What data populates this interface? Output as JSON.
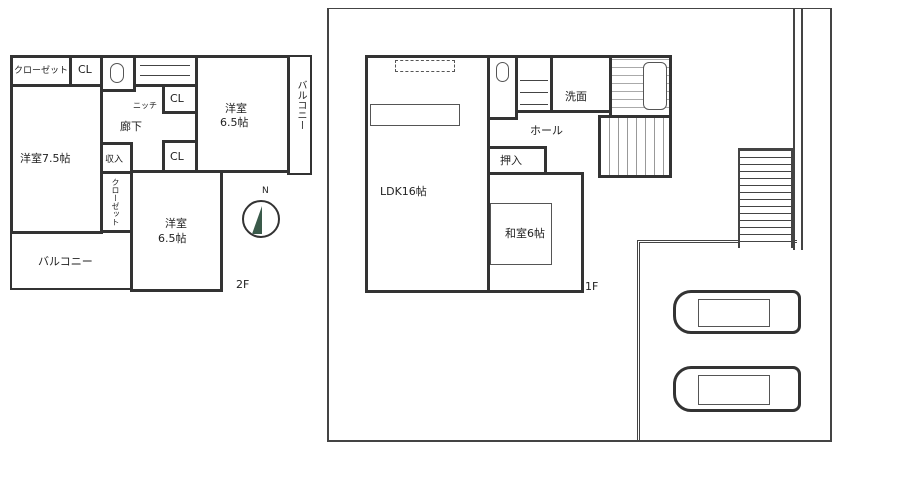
{
  "floor2": {
    "label": "2F",
    "rooms": {
      "closet_top": "クローゼット",
      "cl1": "CL",
      "western75": "洋室7.5帖",
      "western65_upper_line1": "洋室",
      "western65_upper_line2": "6.5帖",
      "cl2": "CL",
      "cl3": "CL",
      "niche": "ニッチ",
      "corridor": "廊下",
      "storage": "収入",
      "closet_vertical": "クローゼット",
      "western65_lower_line1": "洋室",
      "western65_lower_line2": "6.5帖",
      "balcony_bottom": "バルコニー",
      "balcony_right": "バルコニー"
    },
    "compass": "N"
  },
  "floor1": {
    "label": "1F",
    "rooms": {
      "ldk": "LDK16帖",
      "japanese": "和室6帖",
      "oshiire": "押入",
      "hall": "ホール",
      "washroom": "洗面"
    }
  }
}
